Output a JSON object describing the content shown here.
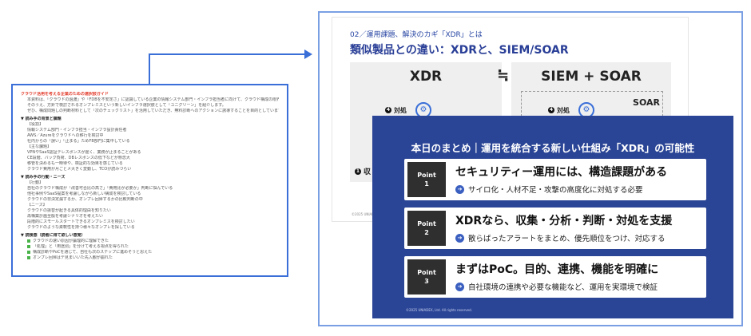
{
  "doc": {
    "heading": "クラウド活用を考える企業のための選択肢ガイド",
    "intro": [
      "本資料は、「クラウドの過渡」や「FDBを不安定さ」に認識している企業の情報システム部門・インフラ担当者に向けて、クラウド構成の限界と改善点を解決する提供となります。",
      "そのうえ、方針で検討されるオンプレミスという新しいインフラ選択肢として「ユニグリーン」を紹介します。",
      "ぜひ、構成問題しの判断材料として「次のチェックリスト」を活用していただき、無料診断へのアクションに誘導することを目的としています。"
    ],
    "sections": [
      {
        "title": "▼ 読み手の背景と課題",
        "items": [
          "【役割】",
          "情報システム部門・インフラ担当・インフラ設計責任者",
          "AWS／Azureをクラウドへの移行を検討中",
          "社内からの「誤い」「止まる」ためFB部門に集中している",
          "【主な課題】",
          "VPNやSaaS認証テレスポンスが遅く、業務が止まることがある",
          "CE段階、バック負荷、DBレスポンスの低下などが懸念大",
          "移管を決めるも一時待や、検証的な効果を感じている",
          "クラウド費用が月ごとメ大きく変動し、TCOが読みづらい"
        ]
      },
      {
        "title": "▼ 読み手の行動・ニーズ",
        "items": [
          "【行動】",
          "自社のクラウド構成が「改善可否比の高さ」「費用比が必要か」判断に悩んでいる",
          "他社事例やSaaS提案を考慮しながら新しい構成を検討している",
          "クラウドの非決定漏するか、オンプレ回帰するかの比較判断の中",
          "【ニーズ】",
          "クラウドの振替が起きる具体的理由を知りたい",
          "再構築計画全般を考慮シナリオを考えたい",
          "段階的にスモールスタートできるオンプレミスを検討したい",
          "クラウドのような柔軟性を持つ様々なオンプレを探している"
        ]
      },
      {
        "title": "▼ 読後感（読者に得て欲しい感覚）",
        "checks": [
          "クラウドの速い原因が論理的に理解できた",
          "「処理」と「用途別」を分けて考える視点を得られた",
          "構成診断やPoCを通じて、自社も次のステップに進めそうと思えた",
          "オンプレ回帰はデ見まいいた先入観が崩れた"
        ]
      }
    ]
  },
  "back_slide": {
    "kicker": "02／運用課題、解決のカギ「XDR」とは",
    "title": "類似製品との違い：XDRと、SIEM/SOAR",
    "xdr_label": "XDR",
    "approx_symbol": "≒",
    "siem_label": "SIEM + SOAR",
    "respond_num": "4",
    "respond_label": "対処",
    "soar_label": "SOAR",
    "collect_num": "1",
    "collect_label": "収",
    "copyright": "©2025 UNIADEX"
  },
  "front_slide": {
    "title": "本日のまとめ｜運用を統合する新しい仕組み「XDR」の可能性",
    "points": [
      {
        "label_word": "Point",
        "label_num": "1",
        "main": "セキュリティー運用には、構造課題がある",
        "sub": "サイロ化・人材不足・攻撃の高度化に対処する必要"
      },
      {
        "label_word": "Point",
        "label_num": "2",
        "main": "XDRなら、収集・分析・判断・対処を支援",
        "sub": "散らばったアラートをまとめ、優先順位をつけ、対応する"
      },
      {
        "label_word": "Point",
        "label_num": "3",
        "main": "まずはPoC。目的、連携、機能を明確に",
        "sub": "自社環境の連携や必要な機能など、運用を実環境で検証"
      }
    ],
    "copyright": "©2025 UNIADEX, Ltd. All rights reserved."
  },
  "colors": {
    "accent": "#3a6fd8",
    "slide_bg": "#2b4596",
    "point_label_bg": "#2f2f2f",
    "doc_heading": "#e23a2a"
  }
}
